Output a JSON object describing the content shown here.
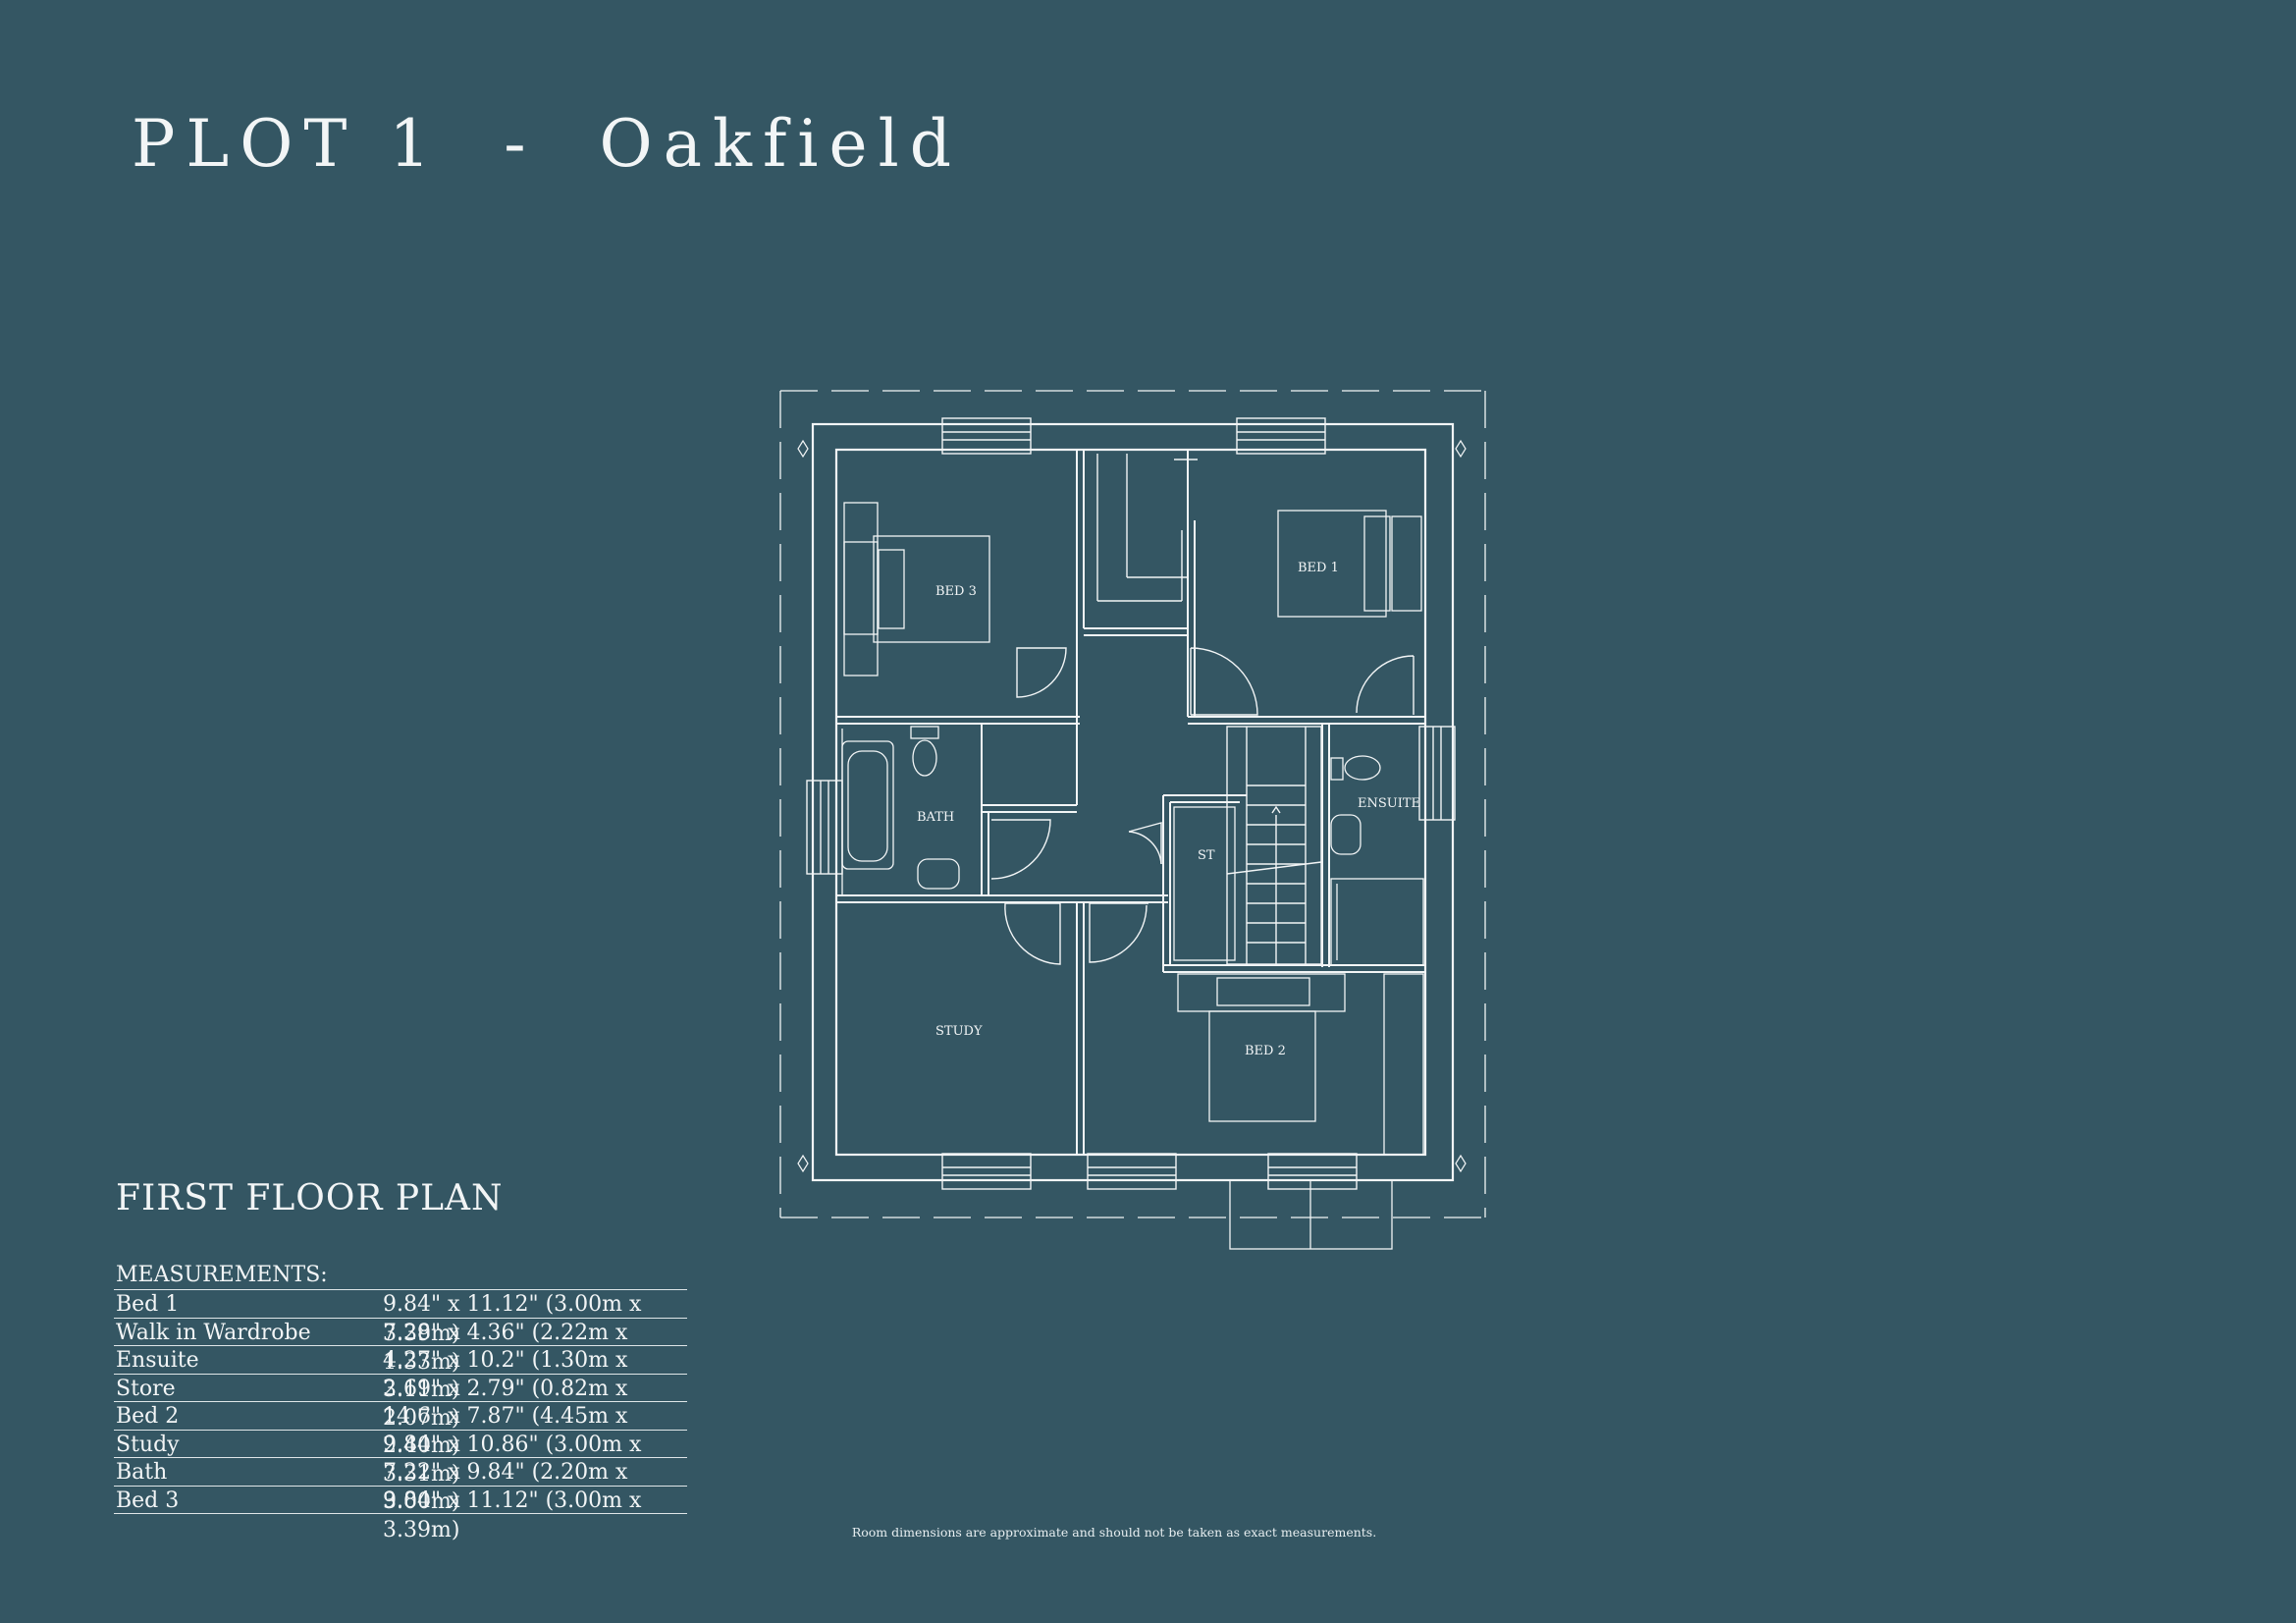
{
  "header": {
    "title": "PLOT 1  -  Oakfield"
  },
  "plan": {
    "heading": "FIRST FLOOR PLAN",
    "rooms": {
      "bed3": "BED 3",
      "bed1": "BED 1",
      "bath": "BATH",
      "ensuite": "ENSUITE",
      "st": "ST",
      "study": "STUDY",
      "bed2": "BED 2"
    }
  },
  "measurements": {
    "heading": "MEASUREMENTS:",
    "rows": [
      {
        "room": "Bed 1",
        "dims": "9.84\" x 11.12\"  (3.00m x 3.39m)"
      },
      {
        "room": "Walk in Wardrobe",
        "dims": "7.28\" x 4.36\"   (2.22m x 1.33m)"
      },
      {
        "room": "Ensuite",
        "dims": "4.27\" x 10.2\"    (1.30m x 3.11m)"
      },
      {
        "room": "Store",
        "dims": "2.69\" x 2.79\"   (0.82m x 2.07m)"
      },
      {
        "room": "Bed 2",
        "dims": "14.6\" x 7.87\"   (4.45m x 2.40m)"
      },
      {
        "room": "Study",
        "dims": "9.84\" x 10.86\" (3.00m x 3.31m)"
      },
      {
        "room": "Bath",
        "dims": "7.22\" x 9.84\"   (2.20m x 3.00m)"
      },
      {
        "room": "Bed 3",
        "dims": "9.84\" x 11.12\"  (3.00m x 3.39m)"
      }
    ]
  },
  "footer": {
    "disclaimer": "Room dimensions are approximate and should not be taken as exact measurements."
  },
  "colors": {
    "background": "#345663",
    "line": "#f2f5f6"
  }
}
